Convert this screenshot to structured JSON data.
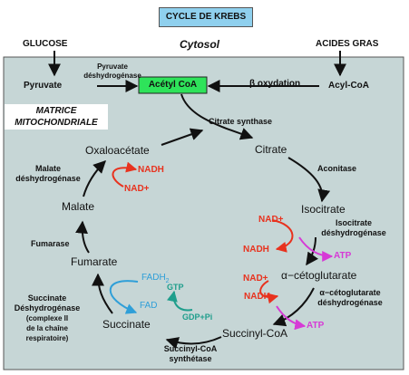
{
  "title": "CYCLE DE KREBS",
  "cytosol": {
    "label": "Cytosol",
    "glucose": "GLUCOSE",
    "acides_gras": "ACIDES GRAS",
    "pyruvate": "Pyruvate",
    "pyruvate_enzyme": [
      "Pyruvate",
      "déshydrogénase"
    ],
    "acetyl_coa": "Acétyl CoA",
    "beta_oxydation": "β oxydation",
    "acyl_coa": "Acyl-CoA"
  },
  "matrice": [
    "MATRICE",
    "MITOCHONDRIALE"
  ],
  "metabolites": {
    "citrate": "Citrate",
    "isocitrate": "Isocitrate",
    "alpha_ketoglutarate": "α−cétoglutarate",
    "succinyl_coa": "Succinyl-CoA",
    "succinate": "Succinate",
    "fumarate": "Fumarate",
    "malate": "Malate",
    "oxaloacetate": "Oxaloacétate"
  },
  "enzymes": {
    "citrate_synthase": "Citrate synthase",
    "aconitase": "Aconitase",
    "isocitrate_dh": [
      "Isocitrate",
      "déshydrogénase"
    ],
    "akg_dh": [
      "α−cétoglutarate",
      "déshydrogénase"
    ],
    "succinyl_coa_synthetase": [
      "Succinyl-CoA",
      "synthétase"
    ],
    "succinate_dh": [
      "Succinate",
      "Déshydrogénase",
      "(complexe II",
      "de la chaîne",
      "respiratoire)"
    ],
    "fumarase": "Fumarase",
    "malate_dh": [
      "Malate",
      "déshydrogénase"
    ]
  },
  "cofactors": {
    "nadh": "NADH",
    "nad_plus": "NAD+",
    "atp": "ATP",
    "fadh2": "FADH",
    "fadh2_sub": "2",
    "fad": "FAD",
    "gtp": "GTP",
    "gdp_pi": "GDP+Pi"
  },
  "colors": {
    "title_bg": "#8fd0ee",
    "matrix_bg": "#c6d6d6",
    "acetyl_bg": "#2ee35a",
    "nad": "#e8321e",
    "atp": "#d63ad6",
    "fad": "#2f9fd8",
    "gtp": "#1f9e8c"
  }
}
